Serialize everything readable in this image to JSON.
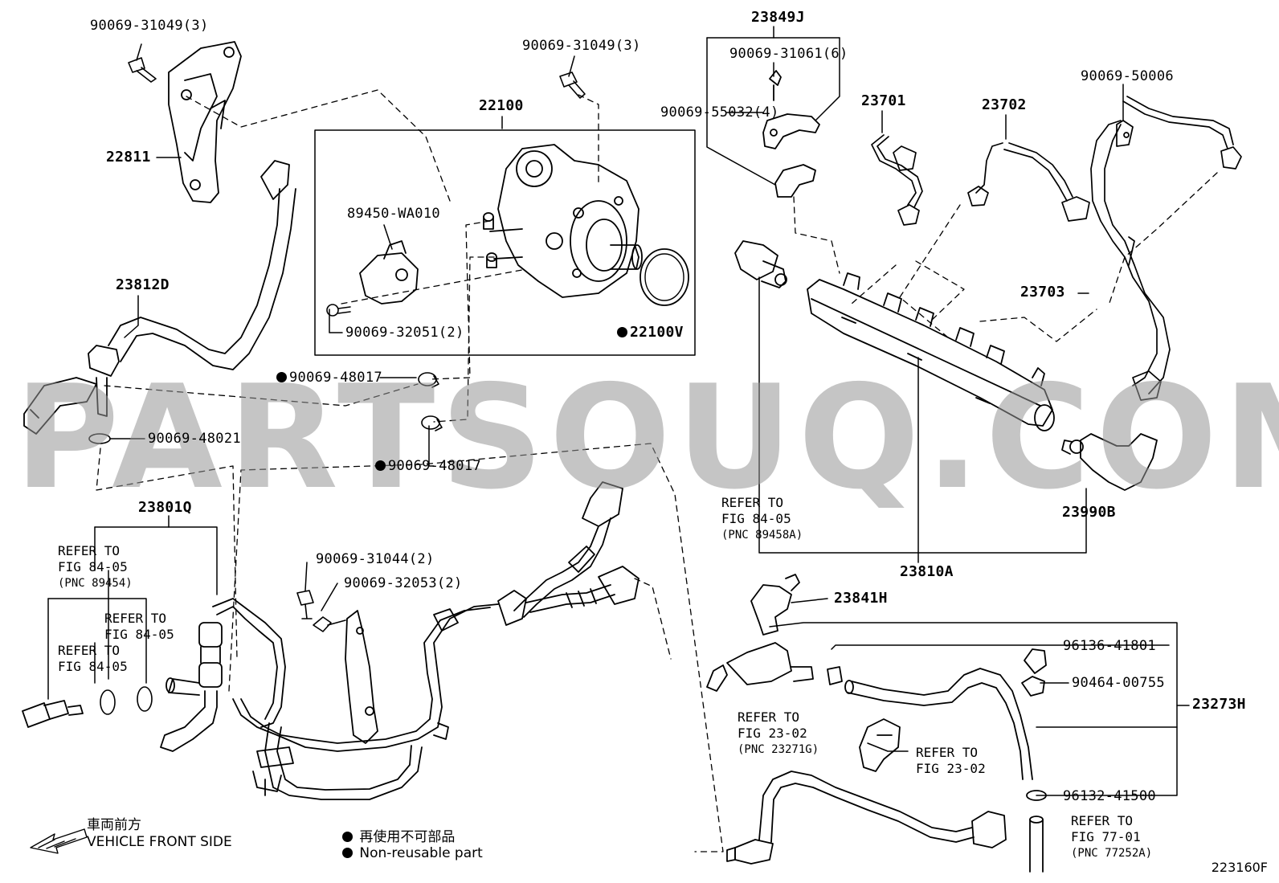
{
  "parts": [
    {
      "id": "bolt-a",
      "text": "90069-31049(3)"
    },
    {
      "id": "bolt-b",
      "text": "90069-31049(3)"
    },
    {
      "id": "bracket",
      "text": "22811"
    },
    {
      "id": "pump-assy",
      "text": "22100"
    },
    {
      "id": "pump-valve",
      "text": "89450-WA010"
    },
    {
      "id": "screw-pump",
      "text": "90069-32051(2)"
    },
    {
      "id": "oring-pump",
      "text": "22100V",
      "nonreusable": true
    },
    {
      "id": "pipe-main",
      "text": "23812D"
    },
    {
      "id": "clamp-a",
      "text": "90069-48017",
      "nonreusable": true
    },
    {
      "id": "clamp-b",
      "text": "90069-48021"
    },
    {
      "id": "clamp-c",
      "text": "90069-48017",
      "nonreusable": true
    },
    {
      "id": "clamp-set",
      "text": "23849J"
    },
    {
      "id": "bolt-clamp",
      "text": "90069-31061(6)"
    },
    {
      "id": "cushion",
      "text": "90069-55032(4)"
    },
    {
      "id": "wire-a",
      "text": "23701"
    },
    {
      "id": "wire-b",
      "text": "23702"
    },
    {
      "id": "wire-c",
      "text": "23703"
    },
    {
      "id": "wire-clip",
      "text": "90069-50006"
    },
    {
      "id": "rail",
      "text": "23810A"
    },
    {
      "id": "limiter",
      "text": "23990B"
    },
    {
      "id": "hose-set",
      "text": "23801Q"
    },
    {
      "id": "bolt-hose",
      "text": "90069-31044(2)"
    },
    {
      "id": "screw-hose",
      "text": "90069-32053(2)"
    },
    {
      "id": "connector",
      "text": "23841H"
    },
    {
      "id": "clip-a",
      "text": "96136-41801"
    },
    {
      "id": "clip-b",
      "text": "90464-00755"
    },
    {
      "id": "hose-assy",
      "text": "23273H"
    },
    {
      "id": "clip-c",
      "text": "96132-41500"
    }
  ],
  "refers": [
    {
      "id": "ref-fig84-a",
      "line1": "REFER TO",
      "line2": "FIG 84-05",
      "line3": "(PNC 89458A)"
    },
    {
      "id": "ref-fig84-b",
      "line1": "REFER TO",
      "line2": "FIG 84-05",
      "line3": "(PNC 89454)"
    },
    {
      "id": "ref-fig84-c",
      "line1": "REFER TO",
      "line2": "FIG 84-05"
    },
    {
      "id": "ref-fig84-d",
      "line1": "REFER TO",
      "line2": "FIG 84-05"
    },
    {
      "id": "ref-fig23-a",
      "line1": "REFER TO",
      "line2": "FIG 23-02",
      "line3": "(PNC 23271G)"
    },
    {
      "id": "ref-fig23-b",
      "line1": "REFER TO",
      "line2": "FIG 23-02"
    },
    {
      "id": "ref-fig77",
      "line1": "REFER TO",
      "line2": "FIG 77-01",
      "line3": "(PNC 77252A)"
    }
  ],
  "watermark": "PARTSOUQ.COM",
  "direction": {
    "jp": "車両前方",
    "en": "VEHICLE FRONT SIDE"
  },
  "legend": {
    "jp": "再使用不可部品",
    "en": "Non-reusable part"
  },
  "diagram_code": "223160F"
}
